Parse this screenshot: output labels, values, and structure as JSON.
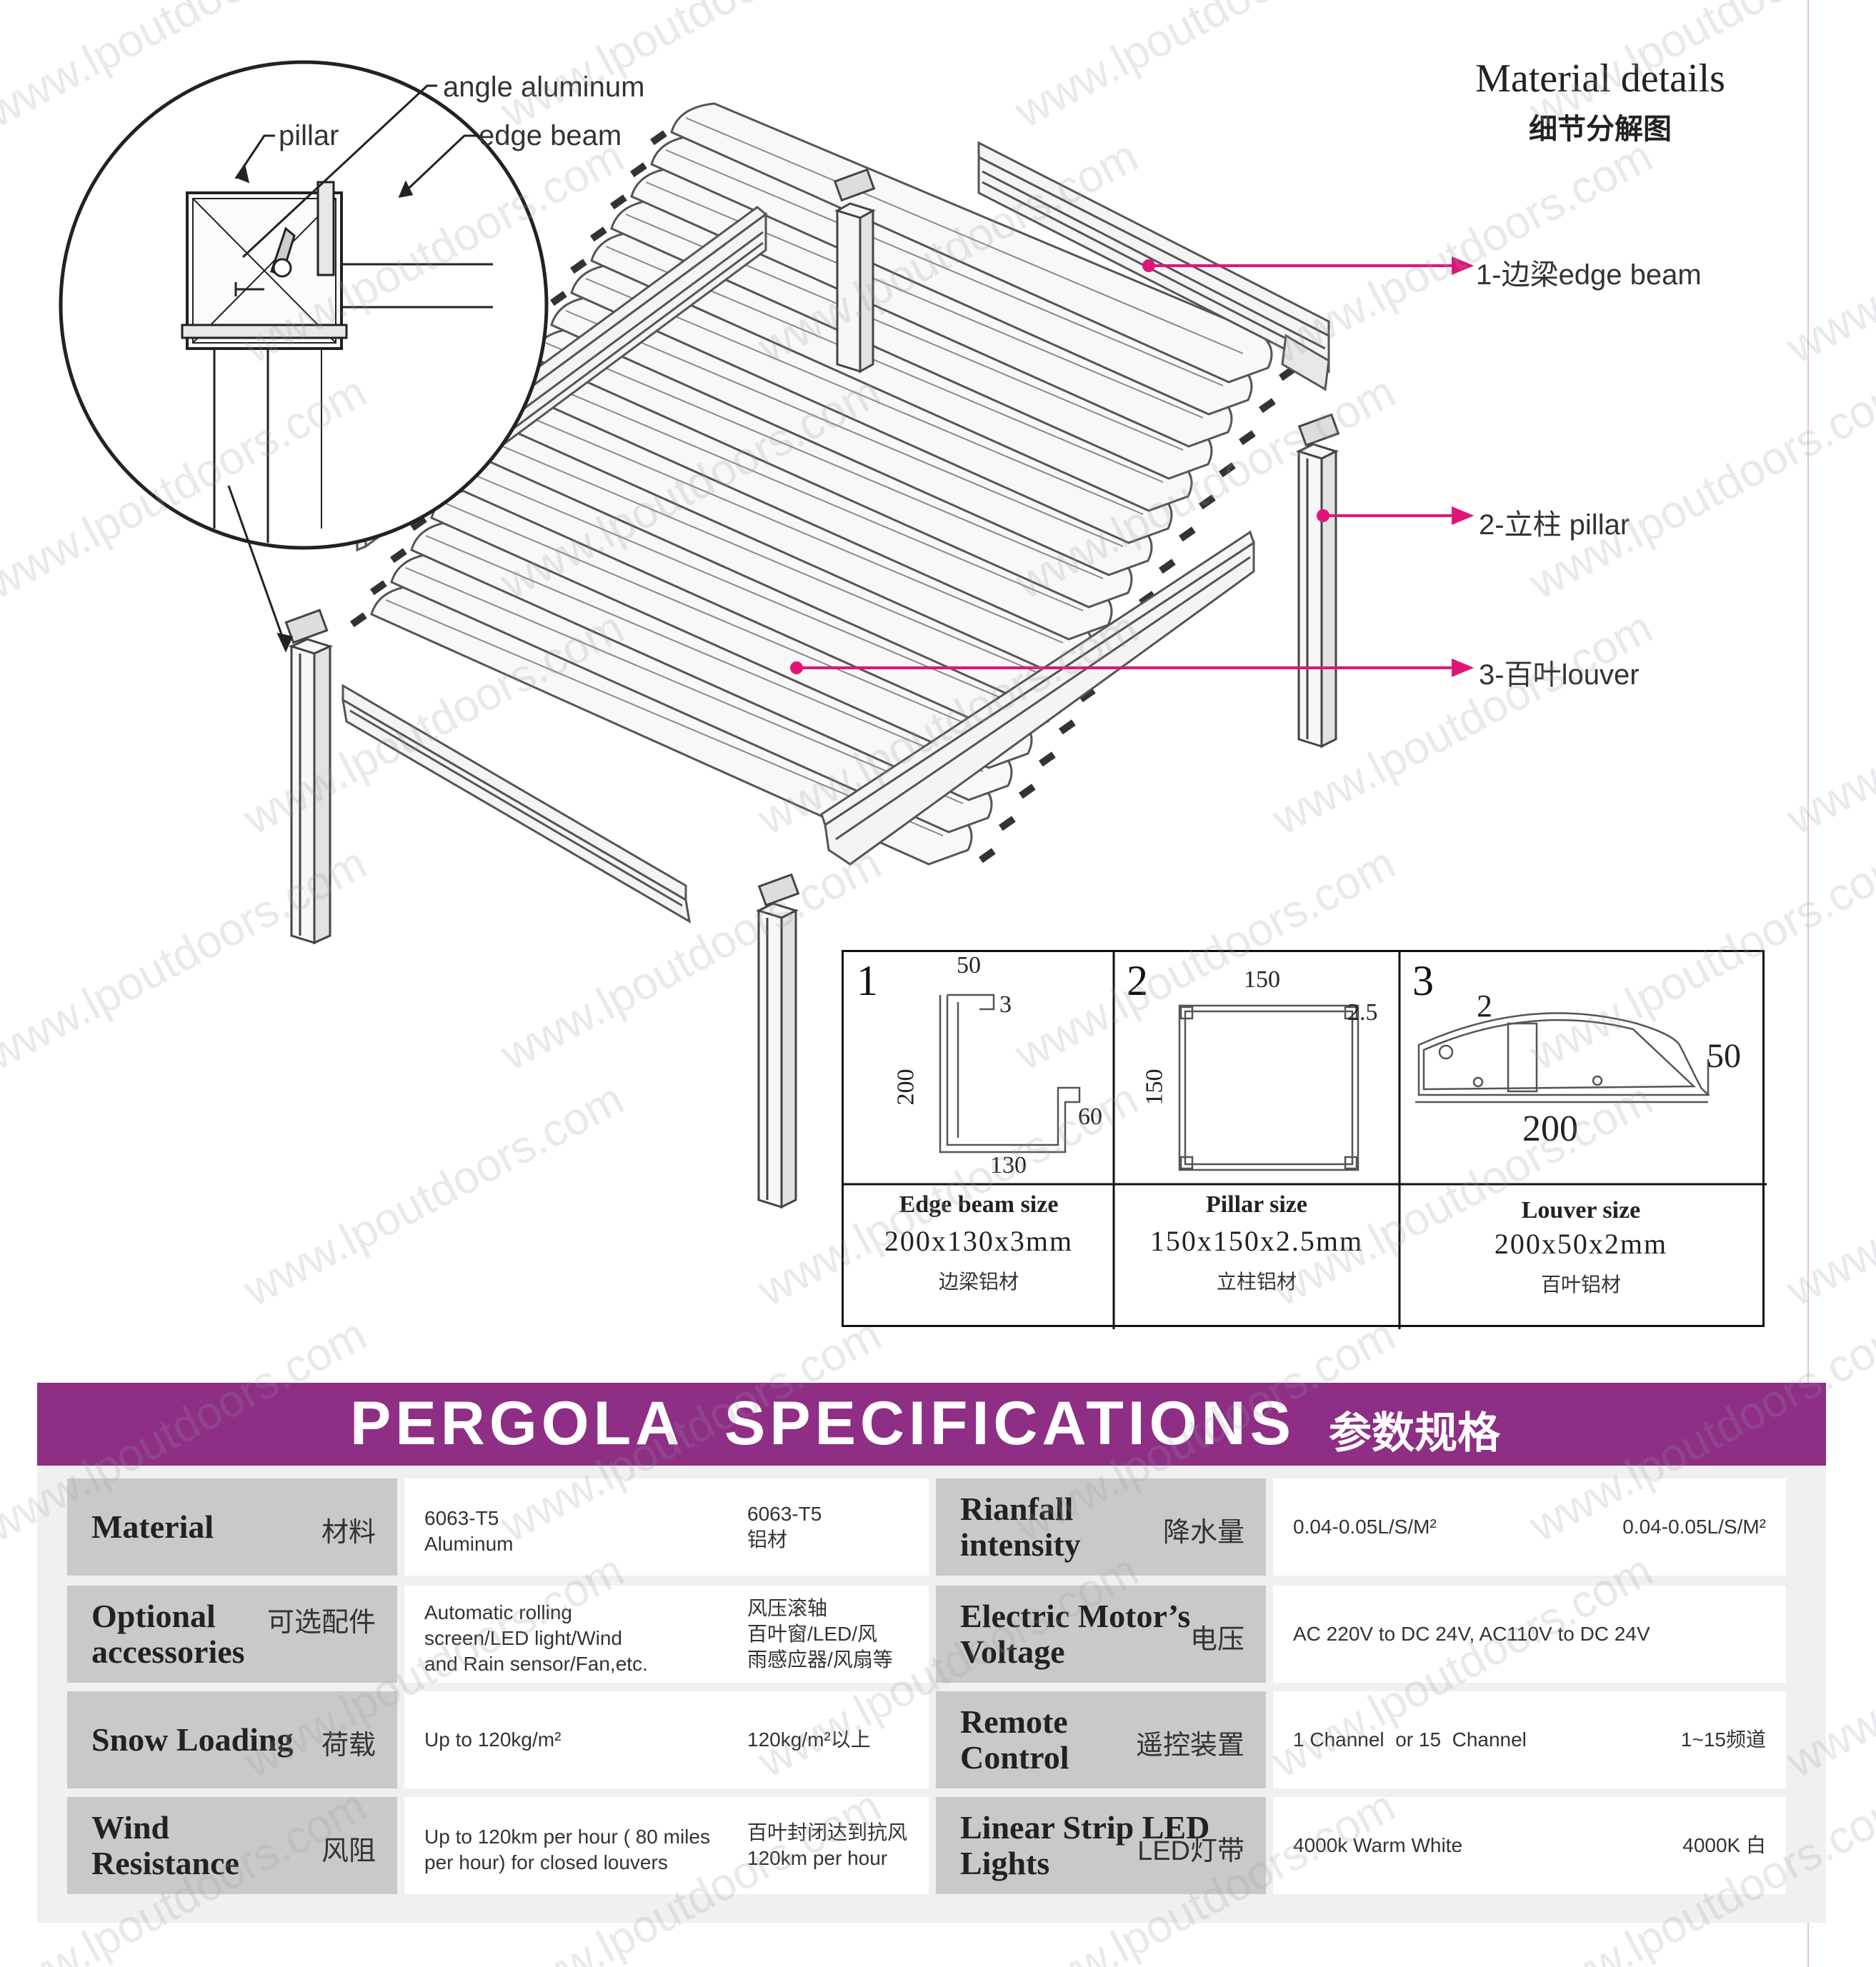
{
  "header": {
    "title": "Material details",
    "subtitle": "细节分解图"
  },
  "detail_circle": {
    "labels": {
      "angle_aluminum": "angle aluminum",
      "pillar": "pillar",
      "edge_beam": "edge beam"
    }
  },
  "parts": [
    {
      "label": "1-边梁edge beam"
    },
    {
      "label": "2-立柱 pillar"
    },
    {
      "label": "3-百叶louver"
    }
  ],
  "size_table": [
    {
      "number": "1",
      "dims": [
        "50",
        "3",
        "200",
        "60",
        "130"
      ],
      "title": "Edge beam size",
      "value": "200x130x3mm",
      "cn": "边梁铝材"
    },
    {
      "number": "2",
      "dims": [
        "150",
        "2.5",
        "150"
      ],
      "title": "Pillar size",
      "value": "150x150x2.5mm",
      "cn": "立柱铝材"
    },
    {
      "number": "3",
      "dims": [
        "2",
        "50",
        "200"
      ],
      "title": "Louver size",
      "value": "200x50x2mm",
      "cn": "百叶铝材"
    }
  ],
  "banner": {
    "title": "PERGOLA  SPECIFICATIONS",
    "title_cn": "参数规格"
  },
  "specs": {
    "left": [
      {
        "label": [
          "Material"
        ],
        "label_cn": "材料",
        "value_en": [
          "6063-T5",
          "Aluminum"
        ],
        "value_cn": [
          "6063-T5",
          "铝材"
        ]
      },
      {
        "label": [
          "Optional",
          "accessories"
        ],
        "label_cn": "可选配件",
        "value_en": [
          "Automatic rolling",
          "screen/LED light/Wind",
          "and Rain sensor/Fan,etc."
        ],
        "value_cn": [
          "风压滚轴",
          "百叶窗/LED/风",
          "雨感应器/风扇等"
        ]
      },
      {
        "label": [
          "Snow Loading"
        ],
        "label_cn": "荷载",
        "value_en": [
          "Up to 120kg/m²"
        ],
        "value_cn": [
          "120kg/m²以上"
        ]
      },
      {
        "label": [
          "Wind",
          "Resistance"
        ],
        "label_cn": "风阻",
        "value_en": [
          "Up to 120km per hour ( 80 miles",
          "per hour) for closed louvers"
        ],
        "value_cn": [
          "百叶封闭达到抗风",
          "120km per hour"
        ]
      }
    ],
    "right": [
      {
        "label": [
          "Rianfall",
          "intensity"
        ],
        "label_cn": "降水量",
        "value_en": [
          "0.04-0.05L/S/M²"
        ],
        "value_cn": [
          "0.04-0.05L/S/M²"
        ]
      },
      {
        "label": [
          "Electric Motor’s",
          "Voltage"
        ],
        "label_cn": "电压",
        "value_en": [
          "AC 220V to DC 24V, AC110V to DC 24V"
        ],
        "value_cn": []
      },
      {
        "label": [
          "Remote",
          "Control"
        ],
        "label_cn": "遥控装置",
        "value_en": [
          "1 Channel  or 15  Channel"
        ],
        "value_cn": [
          "1~15频道"
        ]
      },
      {
        "label": [
          "Linear Strip LED",
          "Lights"
        ],
        "label_cn": "LED灯带",
        "value_en": [
          "4000k Warm White"
        ],
        "value_cn": [
          "4000K 白"
        ]
      }
    ]
  },
  "watermark": "www.lpoutdoors.com",
  "colors": {
    "banner": "#8e2e84",
    "arrow": "#e0157a",
    "label_bg": "#c9c9c9"
  }
}
